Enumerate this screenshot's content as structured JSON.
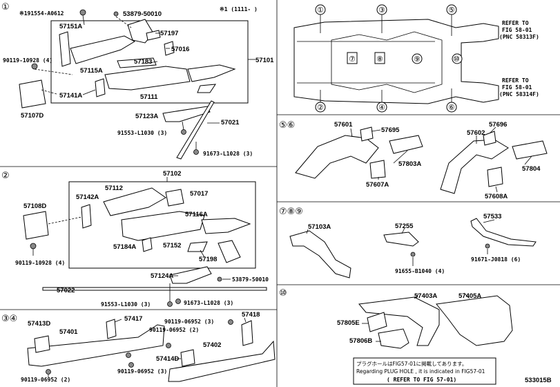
{
  "sections": {
    "s1": "①",
    "s2": "②",
    "s34": "③④",
    "s56": "⑤⑥",
    "s789": "⑦⑧⑨",
    "s10": "⑩"
  },
  "header": {
    "footnote": "※1 (1111-    )"
  },
  "sec1": {
    "p57151A": "57151A",
    "p91554": "※191554-A0612",
    "p53879a": "53879-50010",
    "p57197": "57197",
    "p57016": "57016",
    "p57183": "57183",
    "p57115A": "57115A",
    "p57101": "57101",
    "p90119a": "90119-10928 (4)",
    "p57141A": "57141A",
    "p57111": "57111",
    "p57107D": "57107D",
    "p57123A": "57123A",
    "p57021": "57021",
    "p91553a": "91553-L1030 (3)",
    "p91673a": "91673-L1028 (3)"
  },
  "sec2": {
    "p57102": "57102",
    "p57112": "57112",
    "p57017": "57017",
    "p57142A": "57142A",
    "p57108D": "57108D",
    "p57116A": "57116A",
    "p57184A": "57184A",
    "p57152": "57152",
    "p57198": "57198",
    "p90119b": "90119-10928 (4)",
    "p57124A": "57124A",
    "p53879b": "53879-50010",
    "p57022": "57022",
    "p91553b": "91553-L1030 (3)",
    "p91673b": "91673-L1028 (3)"
  },
  "sec34": {
    "p57413D": "57413D",
    "p57417": "57417",
    "p90119c": "90119-06952 (3)",
    "p57418": "57418",
    "p57401": "57401",
    "p90119d": "90119-06952 (2)",
    "p57402": "57402",
    "p57414D": "57414D",
    "p90119e": "90119-06952 (3)",
    "p90119f": "90119-06952 (2)"
  },
  "overview": {
    "n1": "①",
    "n2": "②",
    "n3": "③",
    "n4": "④",
    "n5": "⑤",
    "n6": "⑥",
    "n7": "⑦",
    "n8": "⑧",
    "n9": "⑨",
    "n10": "⑩",
    "refA1": "REFER TO",
    "refA2": "FIG 58-01",
    "refA3": "(PNC 58313F)",
    "refB1": "REFER TO",
    "refB2": "FIG 58-01",
    "refB3": "(PNC 58314F)"
  },
  "sec56": {
    "p57601": "57601",
    "p57695": "57695",
    "p57803A": "57803A",
    "p57607A": "57607A",
    "p57696": "57696",
    "p57602": "57602",
    "p57804": "57804",
    "p57608A": "57608A"
  },
  "sec789": {
    "p57103A": "57103A",
    "p57255": "57255",
    "p57533": "57533",
    "p91655": "91655-B1040 (4)",
    "p91671": "91671-J0818 (6)"
  },
  "sec10": {
    "p57403A": "57403A",
    "p57405A": "57405A",
    "p57805E": "57805E",
    "p57806B": "57806B"
  },
  "notebox": {
    "line1": "プラグホールはFIG57-01に掲載してあります。",
    "line2": "Regarding PLUG HOLE , it is indicated in FIG57-01",
    "line3": "( REFER TO FIG 57-01)"
  },
  "code": "533015B"
}
